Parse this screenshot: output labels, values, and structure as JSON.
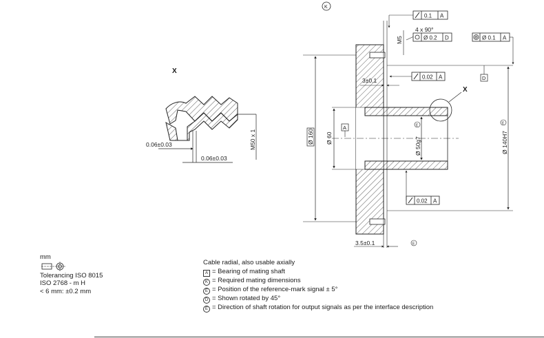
{
  "labels": {
    "detail_x": "X",
    "view_x": "X",
    "k_mark": "K",
    "a_mark": "A",
    "d_mark": "D",
    "m50": "M50 x 1",
    "dim_006_a": "0.06±0.03",
    "dim_006_b": "0.06±0.03",
    "d160": "Ø 160",
    "d60": "Ø 60",
    "d50g7": "Ø 50g7",
    "d140h7": "Ø 140H7",
    "dim_3": "3±0.1",
    "dim_35": "3.5±0.1",
    "m5": "M5",
    "chamfer": "4 x 90°",
    "e_mark": "E"
  },
  "fcf": {
    "top_tol": "0.1",
    "top_ref": "A",
    "pos_tol": "Ø 0.2",
    "pos_ref": "D",
    "coax_tol": "Ø 0.1",
    "coax_ref": "A",
    "runout1_tol": "0.02",
    "runout1_ref": "A",
    "runout2_tol": "0.02",
    "runout2_ref": "A"
  },
  "units": {
    "unit": "mm",
    "tolerancing": "Tolerancing ISO 8015",
    "iso": "ISO 2768 - m H",
    "small": "< 6 mm: ±0.2 mm"
  },
  "legend": {
    "title": "Cable radial, also usable axially",
    "items": [
      {
        "symbol": "A",
        "text": "= Bearing of mating shaft"
      },
      {
        "symbol": "K",
        "text": "= Required mating dimensions"
      },
      {
        "symbol": "E",
        "text": "= Position of the reference-mark signal ± 5°"
      },
      {
        "symbol": "D",
        "text": "= Shown rotated by 45°"
      },
      {
        "symbol": "E",
        "text": "= Direction of shaft rotation for output signals as per the interface description"
      }
    ]
  }
}
